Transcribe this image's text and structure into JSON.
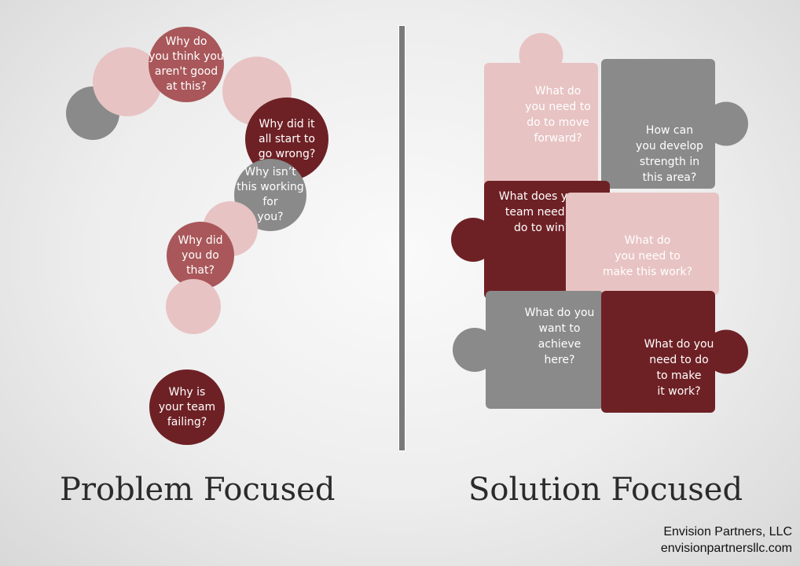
{
  "left": {
    "heading": "Problem Focused",
    "questions": {
      "q1": "Why do\nyou think you\naren't good\nat this?",
      "q2": "Why did it\nall start to\ngo wrong?",
      "q3": "Why isn’t\nthis working\nfor\nyou?",
      "q4": "Why did\nyou do\nthat?",
      "q5": "Why is\nyour team\nfailing?"
    }
  },
  "right": {
    "heading": "Solution Focused",
    "pieces": [
      {
        "id": "p1",
        "lines": [
          "What do",
          "you need to",
          "do to move",
          "forward?"
        ]
      },
      {
        "id": "p2",
        "lines": [
          "How can",
          "you develop",
          "strength in",
          "this area?"
        ]
      },
      {
        "id": "p3",
        "lines": [
          "What does your",
          "team need to",
          "do to win?"
        ]
      },
      {
        "id": "p4",
        "lines": [
          "What do",
          "you need to",
          "make this work?"
        ]
      },
      {
        "id": "p5",
        "lines": [
          "What do you",
          "want to",
          "achieve",
          "here?"
        ]
      },
      {
        "id": "p6",
        "lines": [
          "What do you",
          "need to do",
          "to make",
          "it work?"
        ]
      }
    ]
  },
  "credits": {
    "company": "Envision Partners, LLC",
    "website": "envisionpartnersllc.com"
  },
  "colors": {
    "maroon": "#6e2125",
    "rose": "#a9575a",
    "pink": "#e8c3c3",
    "gray": "#8a8a8a"
  }
}
